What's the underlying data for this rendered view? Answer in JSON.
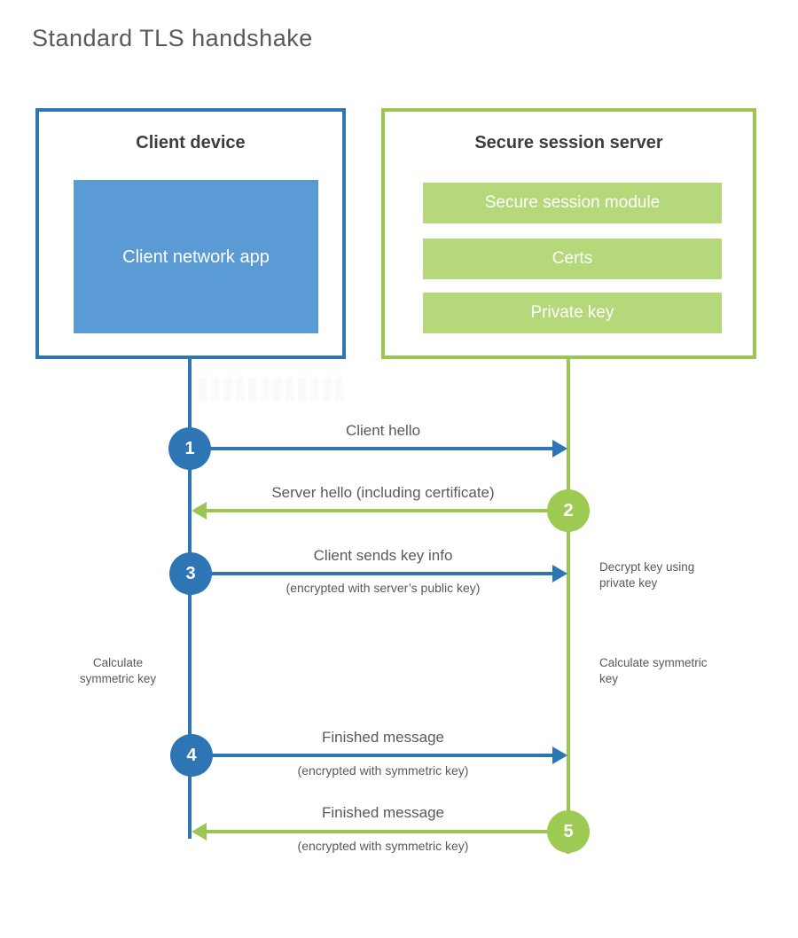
{
  "page": {
    "title": "Standard TLS handshake"
  },
  "colors": {
    "blue_stroke": "#2E75B6",
    "blue_fill": "#5B9BD5",
    "green_stroke": "#9CC653",
    "green_circle": "#9CCA52",
    "green_fill": "#B4D87A",
    "text": "#595959",
    "heading": "#3D3D3D"
  },
  "client_box": {
    "title": "Client device",
    "app_label": "Client network app"
  },
  "server_box": {
    "title": "Secure session server",
    "modules": [
      "Secure session module",
      "Certs",
      "Private key"
    ]
  },
  "messages": [
    {
      "num": "1",
      "label": "Client hello",
      "direction": "client-to-server"
    },
    {
      "num": "2",
      "label": "Server hello (including certificate)",
      "direction": "server-to-client"
    },
    {
      "num": "3",
      "label": "Client sends key info",
      "sublabel": "(encrypted with server’s public key)",
      "direction": "client-to-server"
    },
    {
      "num": "4",
      "label": "Finished message",
      "sublabel": "(encrypted with symmetric key)",
      "direction": "client-to-server"
    },
    {
      "num": "5",
      "label": "Finished message",
      "sublabel": "(encrypted with symmetric key)",
      "direction": "server-to-client"
    }
  ],
  "notes": {
    "decrypt": "Decrypt key using private key",
    "calc_left": "Calculate symmetric key",
    "calc_right": "Calculate symmetric key"
  }
}
